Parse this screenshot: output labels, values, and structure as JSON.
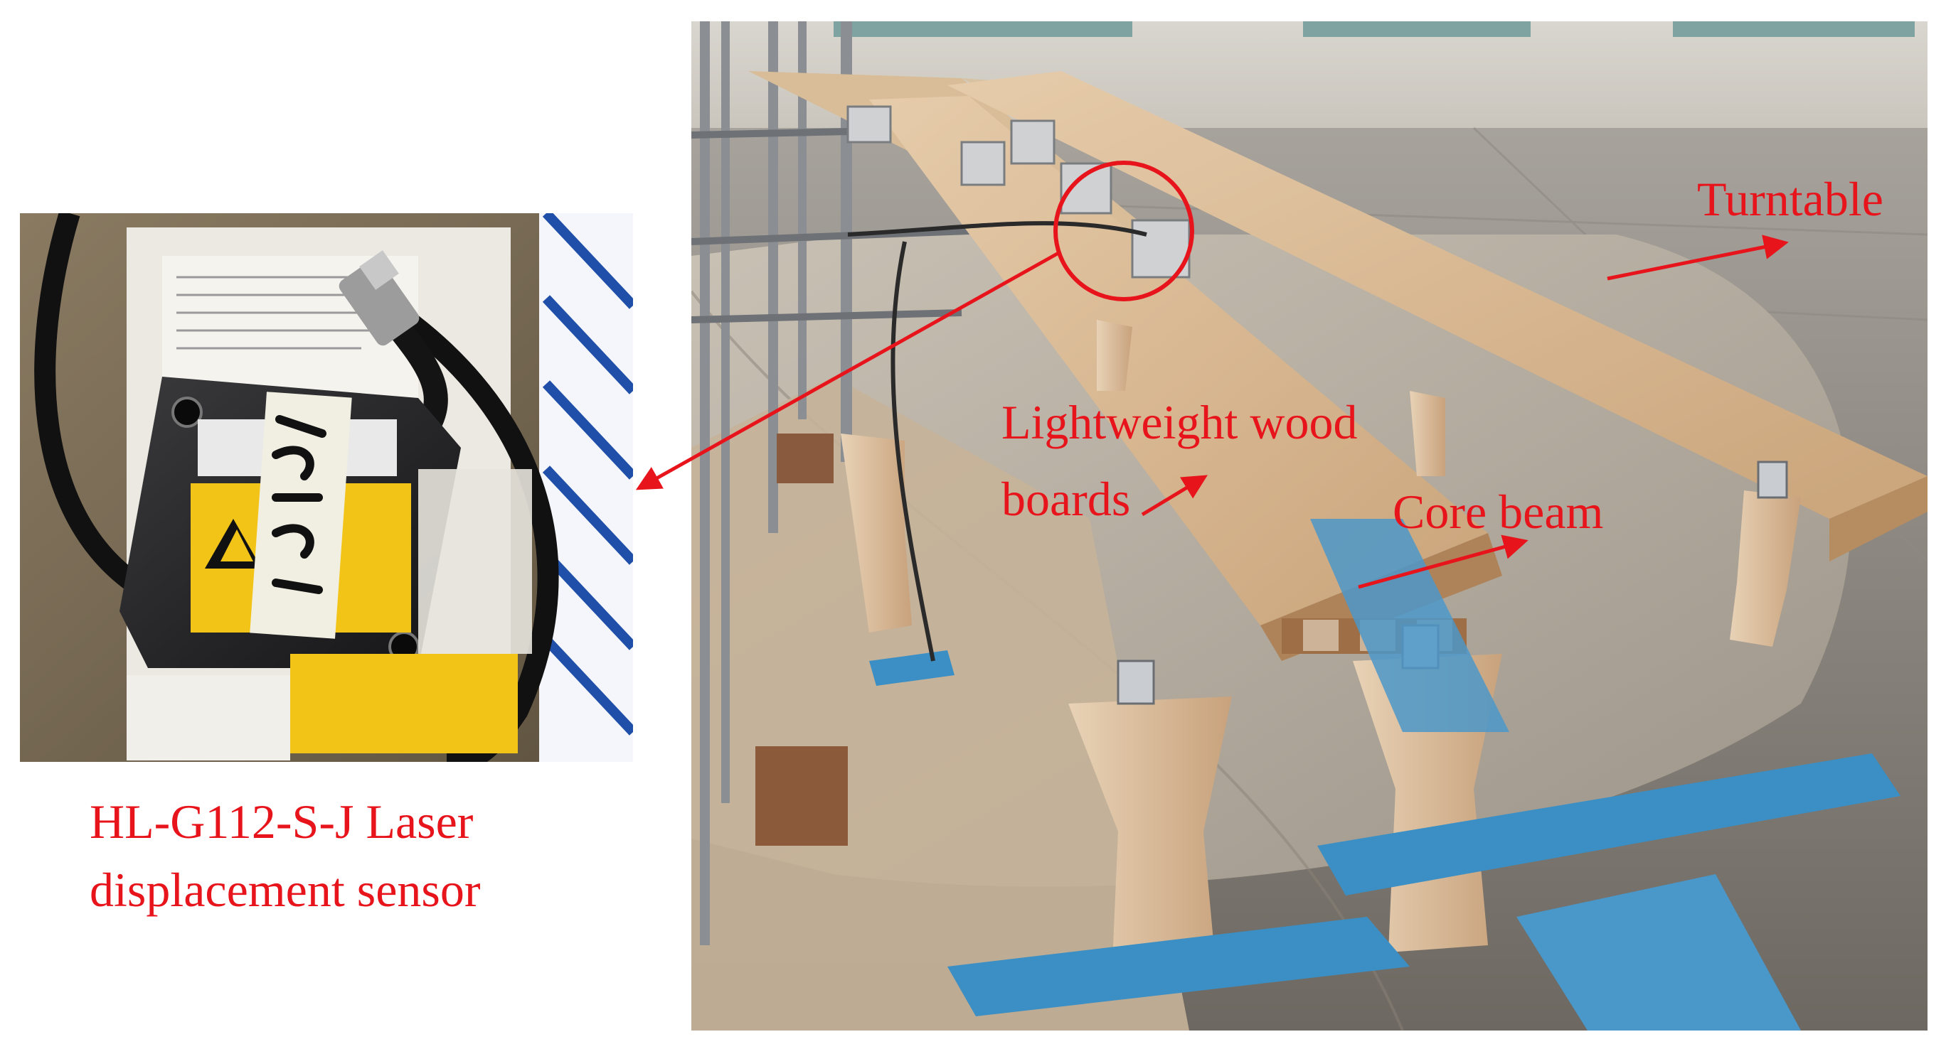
{
  "figure": {
    "sensor_caption_line1": "HL-G112-S-J Laser",
    "sensor_caption_line2": "displacement sensor",
    "turntable_label": "Turntable",
    "wood_label_line1": "Lightweight wood",
    "wood_label_line2": "boards",
    "core_beam_label": "Core beam"
  },
  "colors": {
    "annotation": "#e8141c",
    "wood": "#d8b48a",
    "steel_base": "#3b8fc4",
    "floor": "#b7aea3"
  }
}
